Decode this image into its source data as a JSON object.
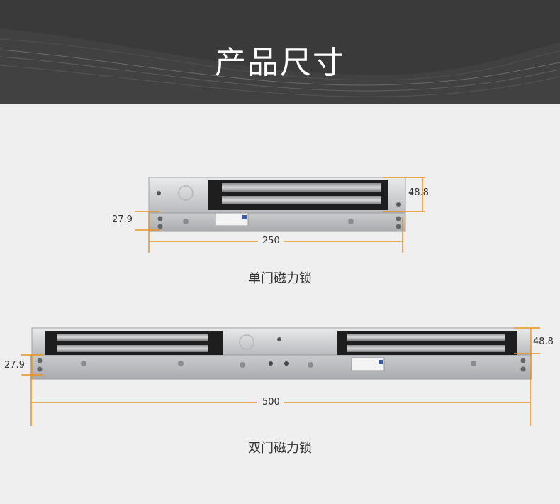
{
  "header": {
    "title": "产品尺寸"
  },
  "single_lock": {
    "caption": "单门磁力锁",
    "dim_length": "250",
    "dim_height": "48.8",
    "dim_depth": "27.9"
  },
  "double_lock": {
    "caption": "双门磁力锁",
    "dim_length": "500",
    "dim_height": "48.8",
    "dim_depth": "27.9"
  },
  "colors": {
    "header_bg": "#3a3a3a",
    "page_bg": "#efefef",
    "dimension_line": "#e8931e",
    "metal": "#d2d4d6",
    "magnet_dark": "#1e1e1e"
  }
}
